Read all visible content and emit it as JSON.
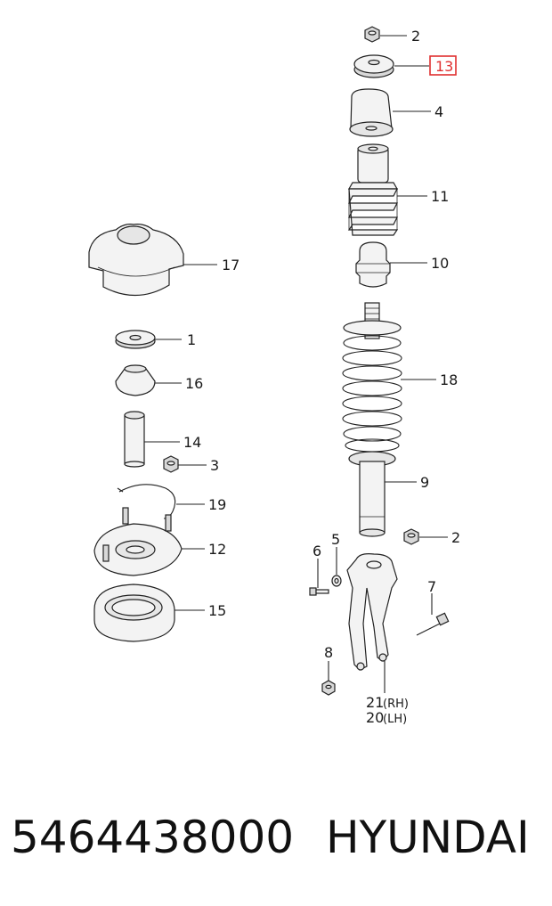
{
  "diagram": {
    "callouts": {
      "c2_top": "2",
      "c13": "13",
      "c4": "4",
      "c11": "11",
      "c10": "10",
      "c17": "17",
      "c1": "1",
      "c16": "16",
      "c14": "14",
      "c3": "3",
      "c19": "19",
      "c12": "12",
      "c15": "15",
      "c18": "18",
      "c9": "9",
      "c6": "6",
      "c5": "5",
      "c2_mid": "2",
      "c7": "7",
      "c8": "8",
      "c21": "21",
      "c21_suffix": "(RH)",
      "c20": "20",
      "c20_suffix": "(LH)"
    },
    "highlight_color": "#e03030"
  },
  "footer": {
    "part_number": "5464438000",
    "brand": "HYUNDAI"
  }
}
